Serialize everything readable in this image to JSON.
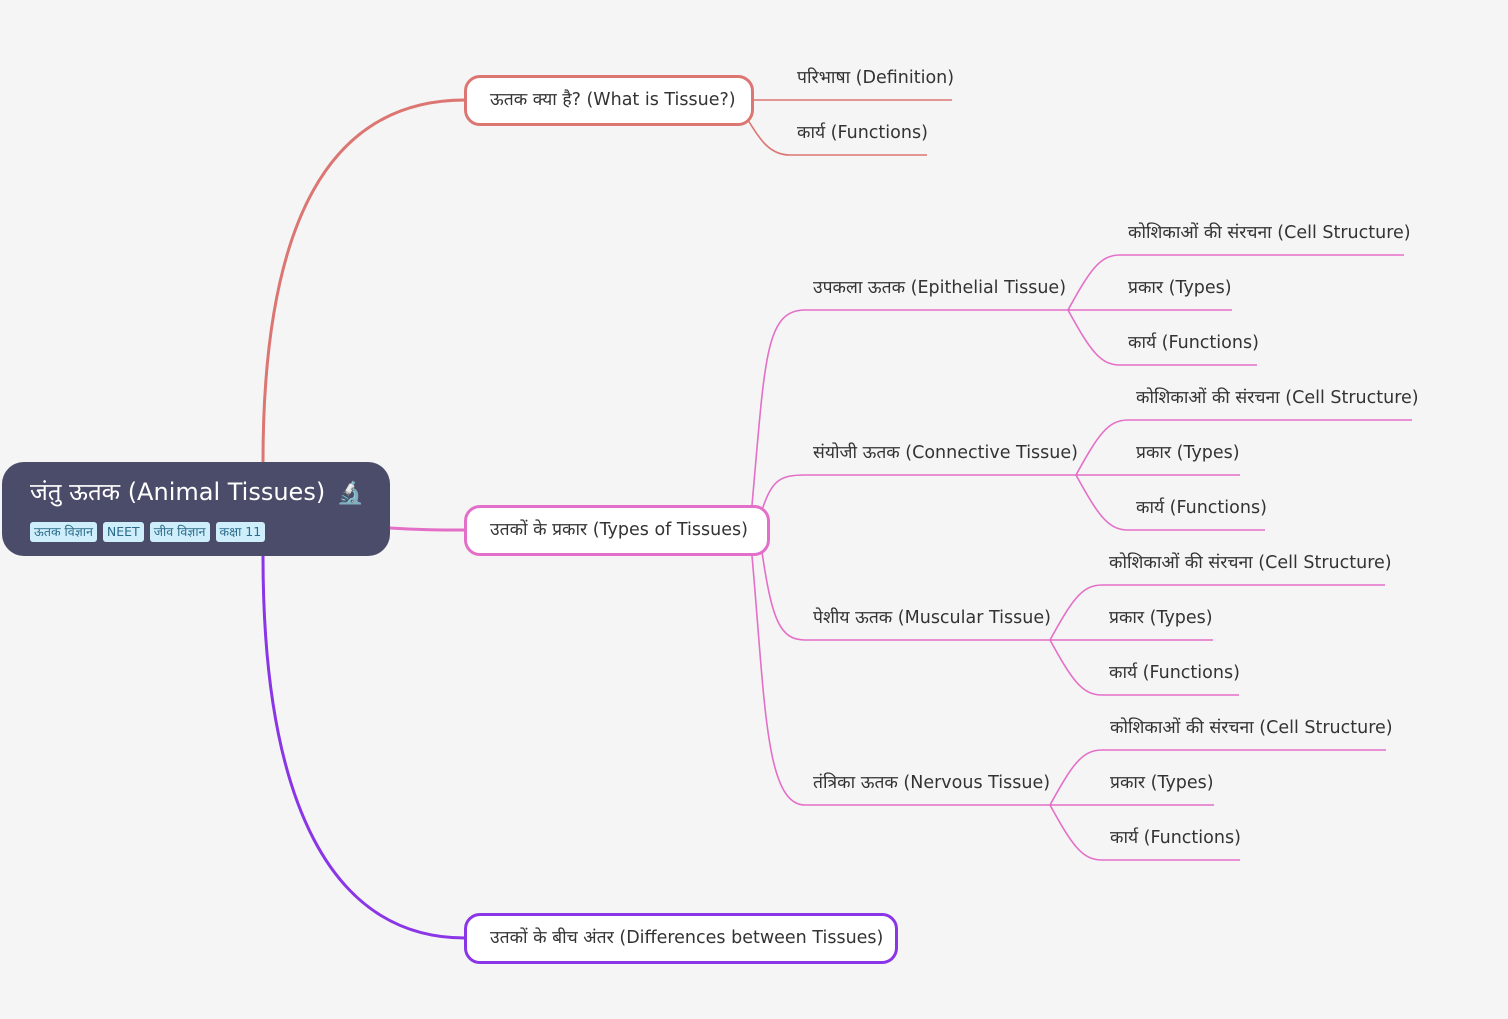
{
  "root": {
    "title": "जंतु ऊतक (Animal Tissues)",
    "icon": "🔬",
    "icon_name": "microscope-icon",
    "tags": [
      "ऊतक विज्ञान",
      "NEET",
      "जीव विज्ञान",
      "कक्षा 11"
    ]
  },
  "colors": {
    "background": "#f5f5f5",
    "root": "#4a4c69",
    "branch_what": "#dc7673",
    "branch_types": "#e46fc8",
    "branch_diff": "#8a36e6",
    "tag_bg": "#cdeefa"
  },
  "branches": {
    "what": {
      "label": "ऊतक क्या है? (What is Tissue?)",
      "children": [
        "परिभाषा (Definition)",
        "कार्य (Functions)"
      ]
    },
    "types": {
      "label": "उतकों के प्रकार (Types of Tissues)",
      "children": [
        {
          "label": "उपकला ऊतक (Epithelial Tissue)",
          "children": [
            "कोशिकाओं की संरचना (Cell Structure)",
            "प्रकार (Types)",
            "कार्य (Functions)"
          ]
        },
        {
          "label": "संयोजी ऊतक (Connective Tissue)",
          "children": [
            "कोशिकाओं की संरचना (Cell Structure)",
            "प्रकार (Types)",
            "कार्य (Functions)"
          ]
        },
        {
          "label": "पेशीय ऊतक (Muscular Tissue)",
          "children": [
            "कोशिकाओं की संरचना (Cell Structure)",
            "प्रकार (Types)",
            "कार्य (Functions)"
          ]
        },
        {
          "label": "तंत्रिका ऊतक (Nervous Tissue)",
          "children": [
            "कोशिकाओं की संरचना (Cell Structure)",
            "प्रकार (Types)",
            "कार्य (Functions)"
          ]
        }
      ]
    },
    "diff": {
      "label": "उतकों के बीच अंतर (Differences between Tissues)"
    }
  }
}
